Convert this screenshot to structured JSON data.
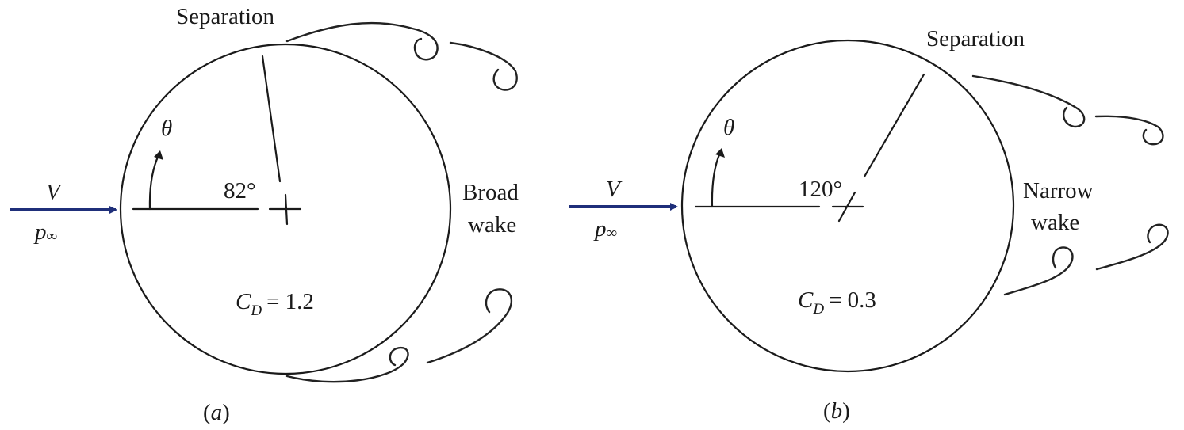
{
  "figure": {
    "panels": [
      {
        "id": "a",
        "caption": "(a)",
        "caption_letter": "a",
        "separation_label": "Separation",
        "separation_angle": "82°",
        "theta_symbol": "θ",
        "velocity_label": "V",
        "pressure_label": "p",
        "pressure_subscript": "∞",
        "wake_label_line1": "Broad",
        "wake_label_line2": "wake",
        "drag_coef_symbol": "C",
        "drag_coef_subscript": "D",
        "drag_coef_value": "= 1.2"
      },
      {
        "id": "b",
        "caption": "(b)",
        "caption_letter": "b",
        "separation_label": "Separation",
        "separation_angle": "120°",
        "theta_symbol": "θ",
        "velocity_label": "V",
        "pressure_label": "p",
        "pressure_subscript": "∞",
        "wake_label_line1": "Narrow",
        "wake_label_line2": "wake",
        "drag_coef_symbol": "C",
        "drag_coef_subscript": "D",
        "drag_coef_value": "= 0.3"
      }
    ],
    "colors": {
      "flow_arrow": "#1f2f7a",
      "lines": "#1a1a1a",
      "background": "#ffffff"
    }
  }
}
